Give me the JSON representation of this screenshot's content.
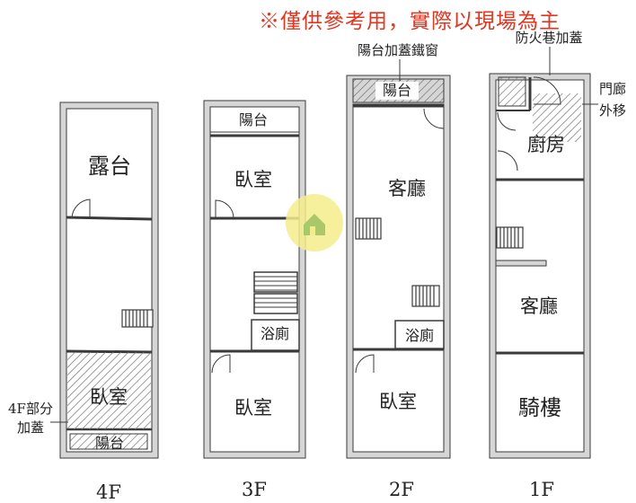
{
  "disclaimer": "※僅供參考用，實際以現場為主",
  "colors": {
    "wall": "#3a3a3a",
    "wall_fill": "#d6d6d6",
    "note": "#e8331c",
    "hatch": "#777777",
    "logo": "#f4ec8a"
  },
  "floors": {
    "f4": {
      "label": "4F",
      "rooms": {
        "terrace": "露台",
        "bedroom": "臥室",
        "balcony": "陽台"
      },
      "note_line1": "4F部分",
      "note_line2": "加蓋"
    },
    "f3": {
      "label": "3F",
      "rooms": {
        "balcony": "陽台",
        "bedroom_front": "臥室",
        "bathroom": "浴廁",
        "bedroom_back": "臥室"
      }
    },
    "f2": {
      "label": "2F",
      "rooms": {
        "balcony": "陽台",
        "living": "客廳",
        "bathroom": "浴廁",
        "bedroom": "臥室"
      },
      "note": "陽台加蓋鐵窗"
    },
    "f1": {
      "label": "1F",
      "rooms": {
        "kitchen": "廚房",
        "living": "客廳",
        "arcade": "騎樓"
      },
      "note_fire": "防火巷加蓋",
      "note_door_line1": "門廊",
      "note_door_line2": "外移"
    }
  }
}
